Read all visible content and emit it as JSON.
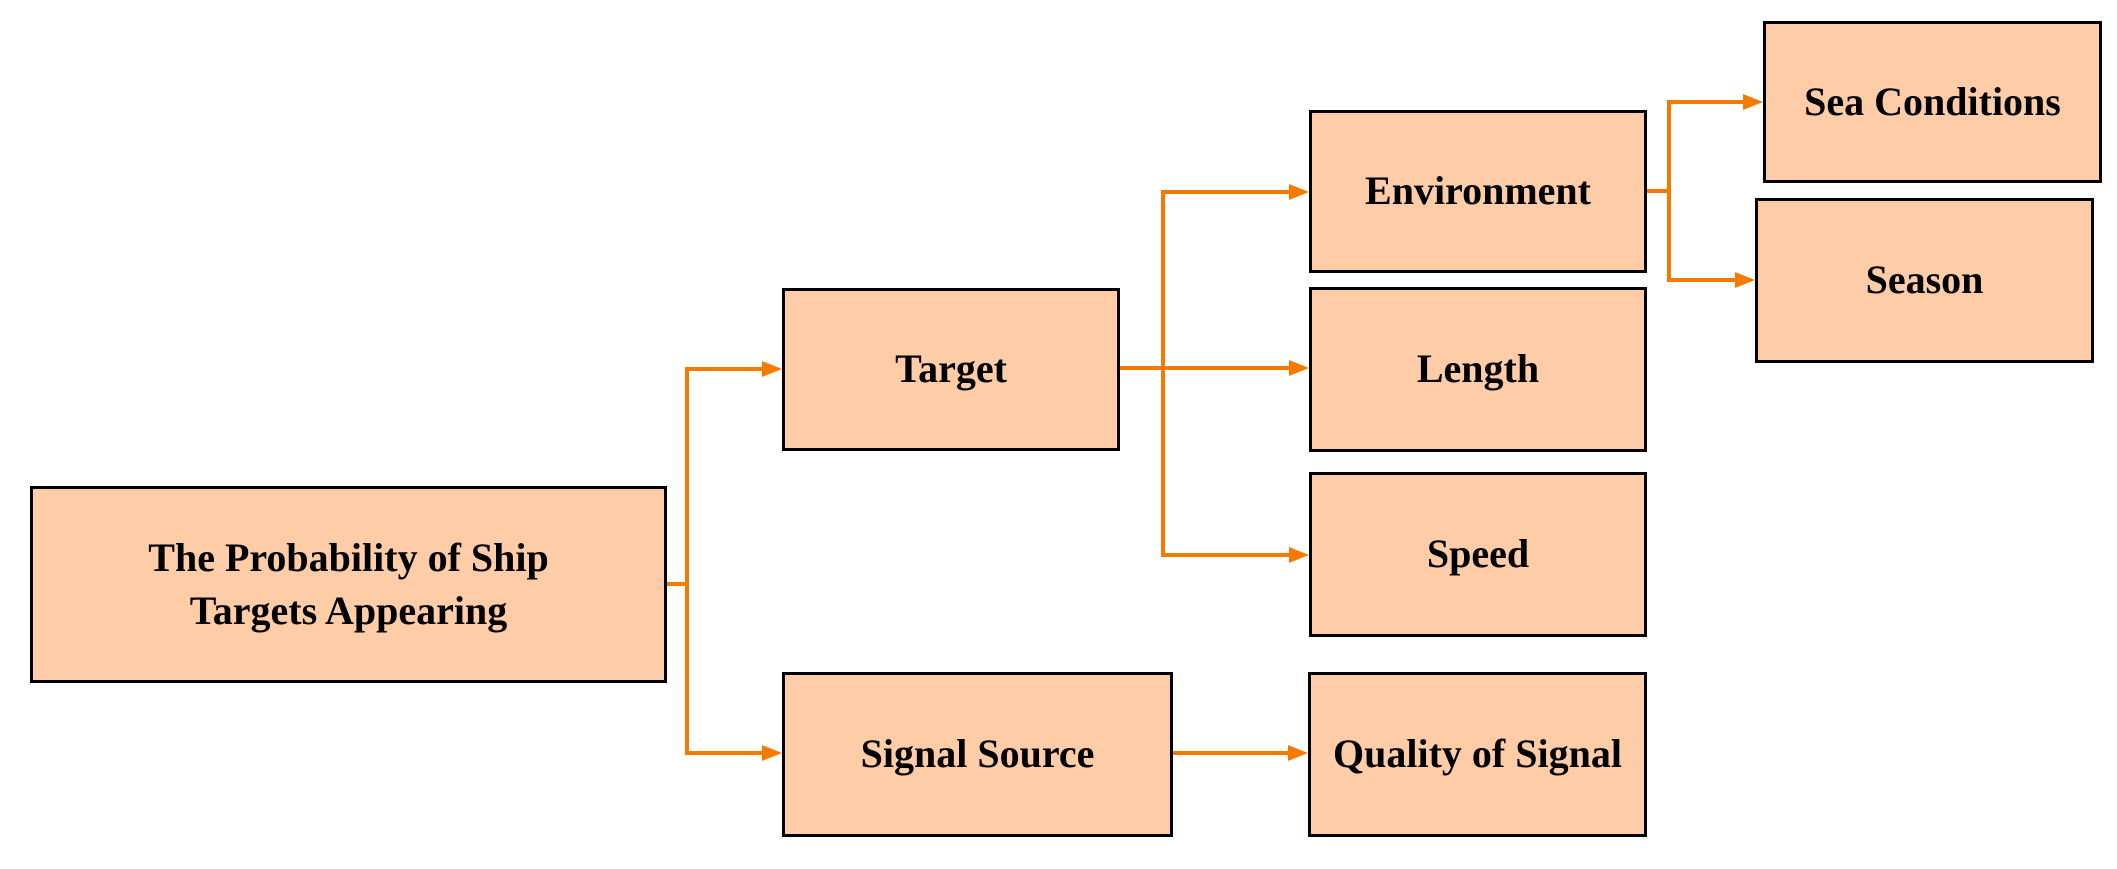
{
  "theme": {
    "background": "#ffffff",
    "box_fill": "#ffcca8",
    "box_border": "#000000",
    "connector_color": "#f57a00",
    "text_color": "#000000"
  },
  "nodes": {
    "root": {
      "label": "The Probability of Ship Targets Appearing",
      "lines": [
        "The Probability of Ship",
        "Targets Appearing"
      ]
    },
    "target": {
      "label": "Target"
    },
    "signal_source": {
      "label": "Signal Source"
    },
    "environment": {
      "label": "Environment"
    },
    "length": {
      "label": "Length"
    },
    "speed": {
      "label": "Speed"
    },
    "quality_of_signal": {
      "label": "Quality of Signal"
    },
    "sea_conditions": {
      "label": "Sea Conditions"
    },
    "season": {
      "label": "Season"
    }
  },
  "edges": [
    {
      "from": "root",
      "to": "target"
    },
    {
      "from": "root",
      "to": "signal_source"
    },
    {
      "from": "target",
      "to": "environment"
    },
    {
      "from": "target",
      "to": "length"
    },
    {
      "from": "target",
      "to": "speed"
    },
    {
      "from": "environment",
      "to": "sea_conditions"
    },
    {
      "from": "environment",
      "to": "season"
    },
    {
      "from": "signal_source",
      "to": "quality_of_signal"
    }
  ]
}
